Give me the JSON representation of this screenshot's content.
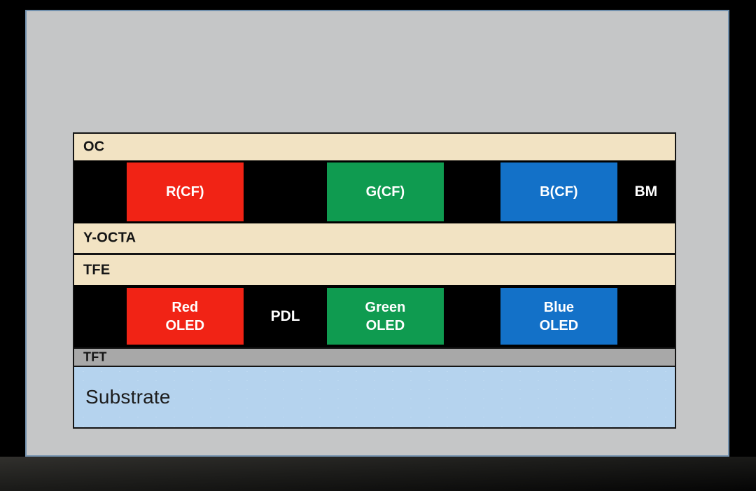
{
  "slide": {
    "background": "#c5c6c7",
    "border_color": "#7391ae"
  },
  "diagram": {
    "outline_color": "#141414",
    "oc": {
      "label": "OC",
      "color": "#f2e3c3"
    },
    "cf_row": {
      "background": "#000000",
      "blocks": [
        {
          "label": "R(CF)",
          "color": "#f12315"
        },
        {
          "label": "G(CF)",
          "color": "#0f9b50"
        },
        {
          "label": "B(CF)",
          "color": "#1371c8"
        }
      ],
      "bm_label": "BM"
    },
    "y_octa": {
      "label": "Y-OCTA",
      "color": "#f2e3c3"
    },
    "tfe": {
      "label": "TFE",
      "color": "#f2e3c3"
    },
    "oled_row": {
      "background": "#000000",
      "blocks": [
        {
          "label": "Red\nOLED",
          "color": "#f12315"
        },
        {
          "label": "Green\nOLED",
          "color": "#0f9b50"
        },
        {
          "label": "Blue\nOLED",
          "color": "#1371c8"
        }
      ],
      "pdl_label": "PDL"
    },
    "tft": {
      "label": "TFT",
      "color": "#a8a8a8"
    },
    "substrate": {
      "label": "Substrate",
      "color": "#b5d3ee"
    }
  }
}
